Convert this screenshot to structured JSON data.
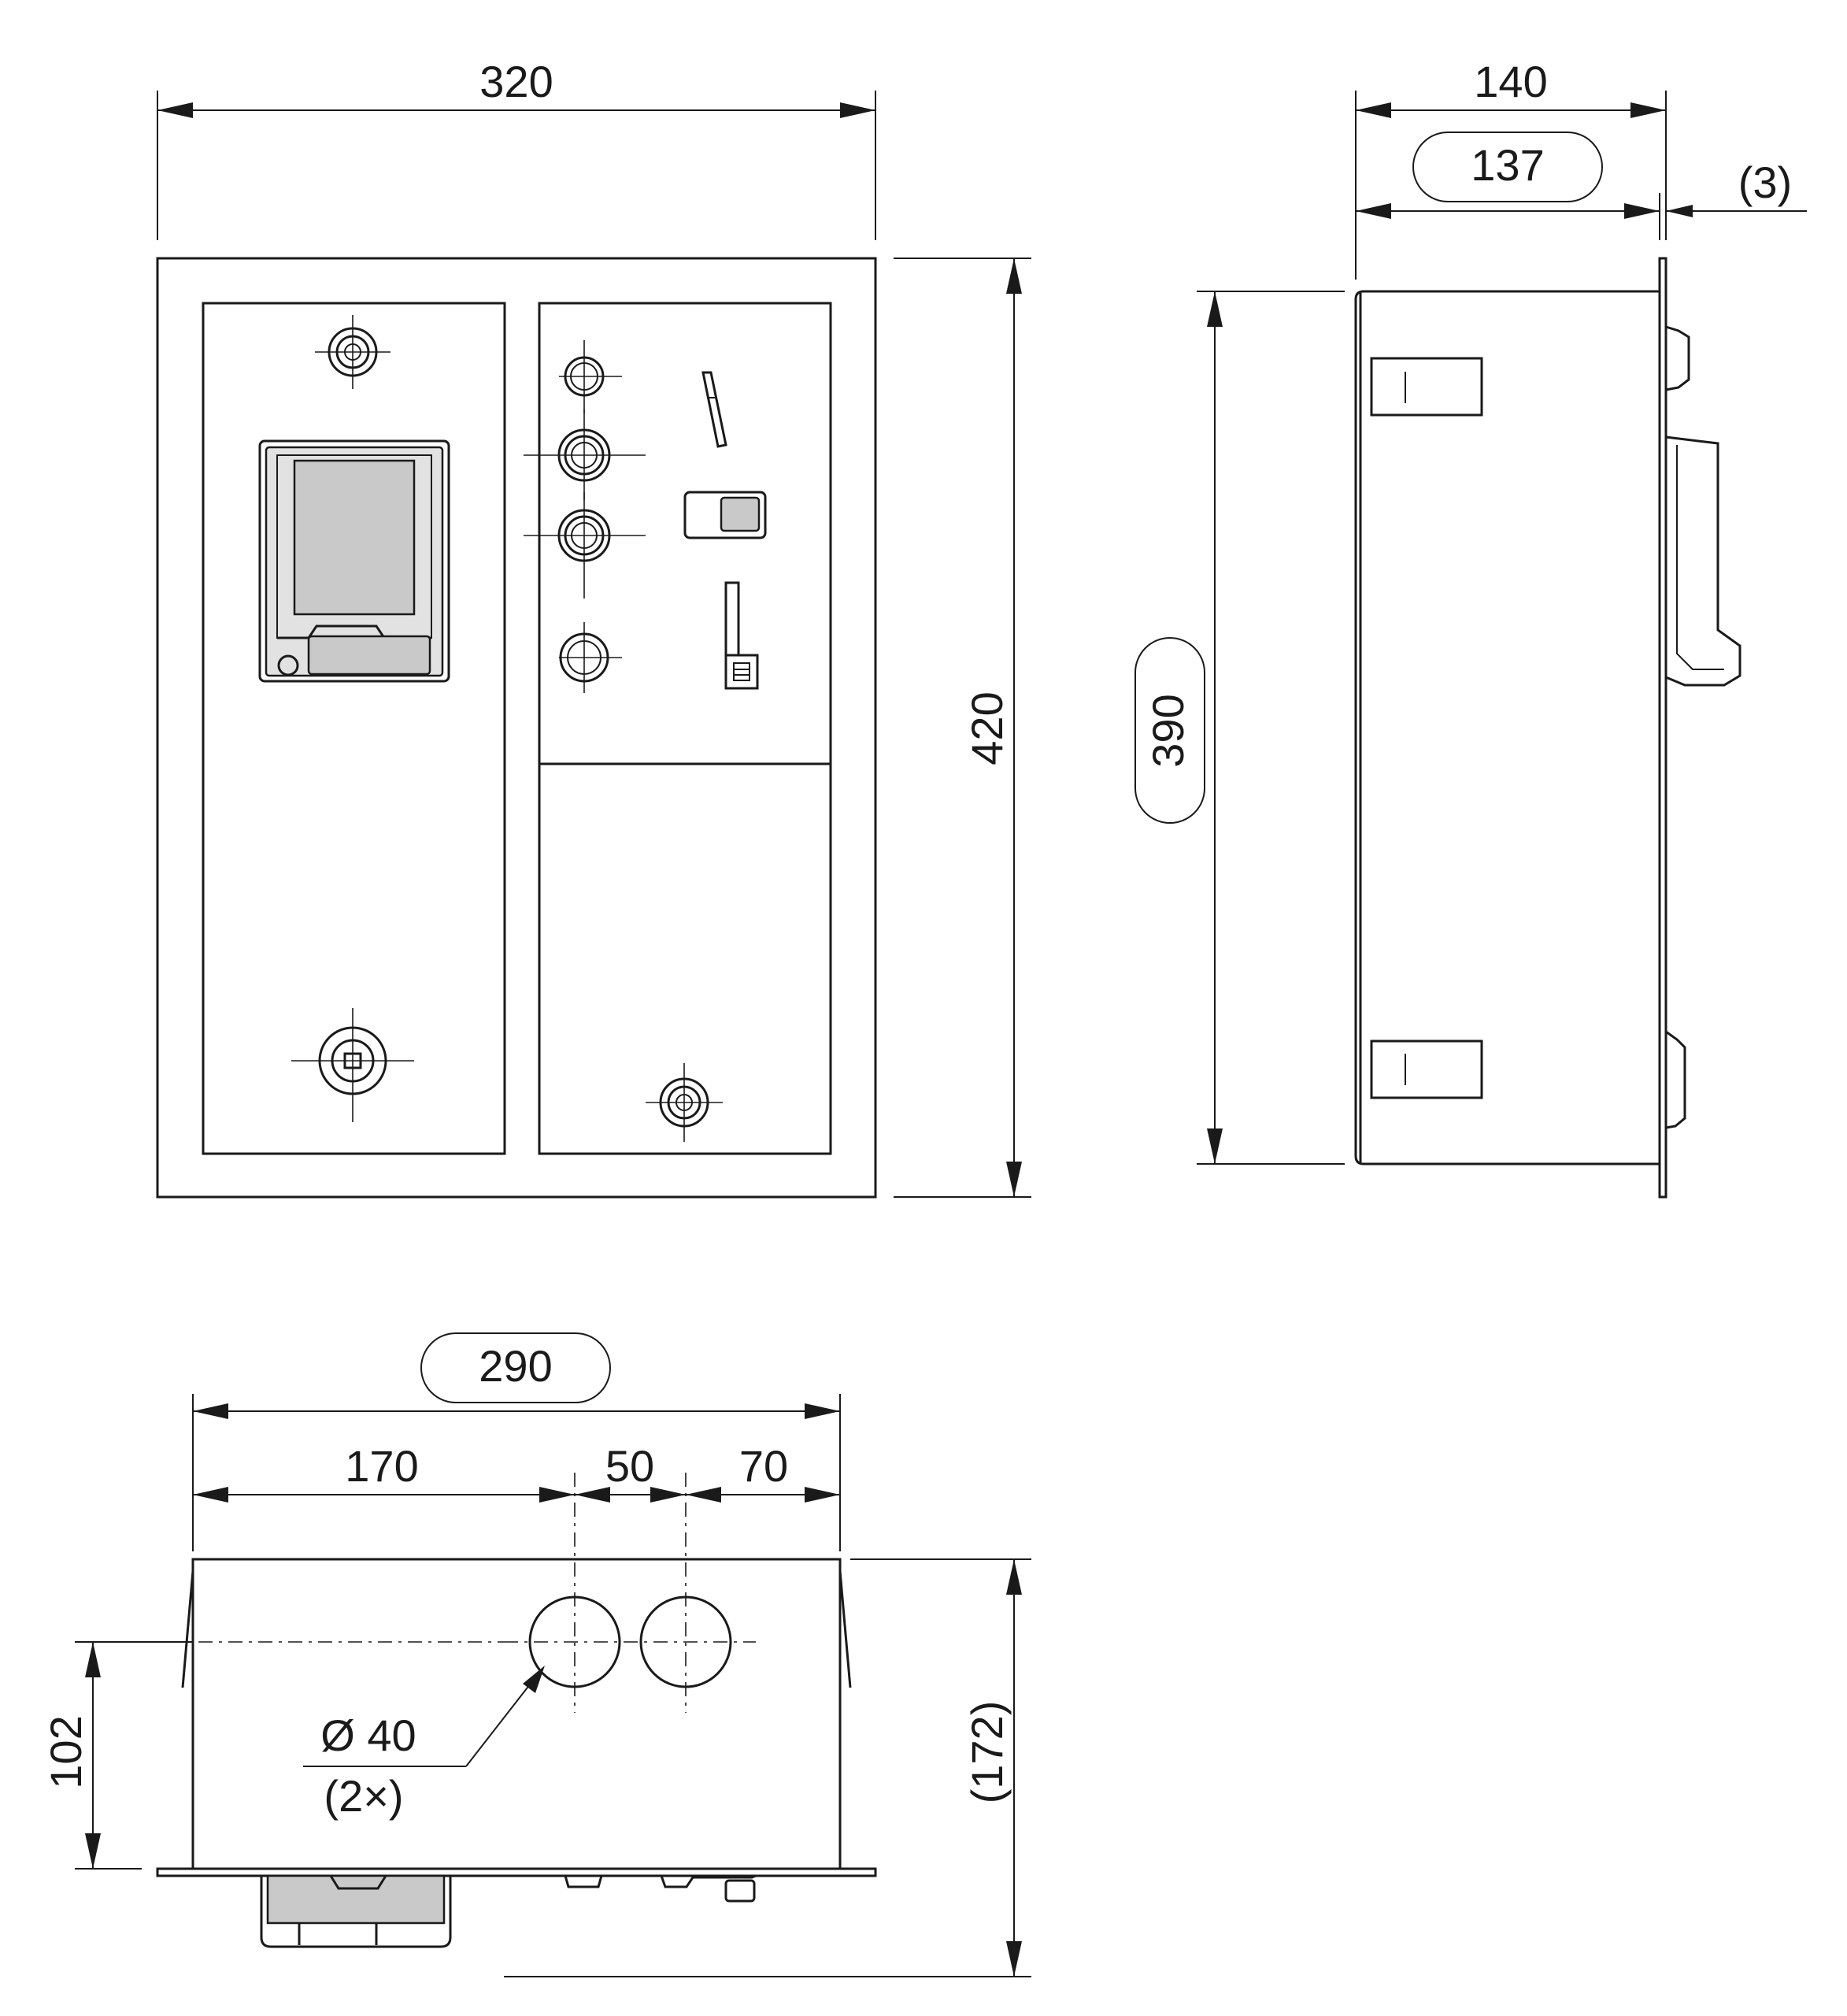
{
  "dims": {
    "front_width": "320",
    "front_height": "420",
    "side_depth": "140",
    "side_depth_inner": "137",
    "side_flange": "(3)",
    "side_height": "390",
    "top_width": "290",
    "hole_offset": "170",
    "hole_spacing": "50",
    "hole_edge": "70",
    "hole_height": "102",
    "total_depth": "(172)",
    "hole_diameter": "Ø 40",
    "hole_count": "(2×)"
  }
}
